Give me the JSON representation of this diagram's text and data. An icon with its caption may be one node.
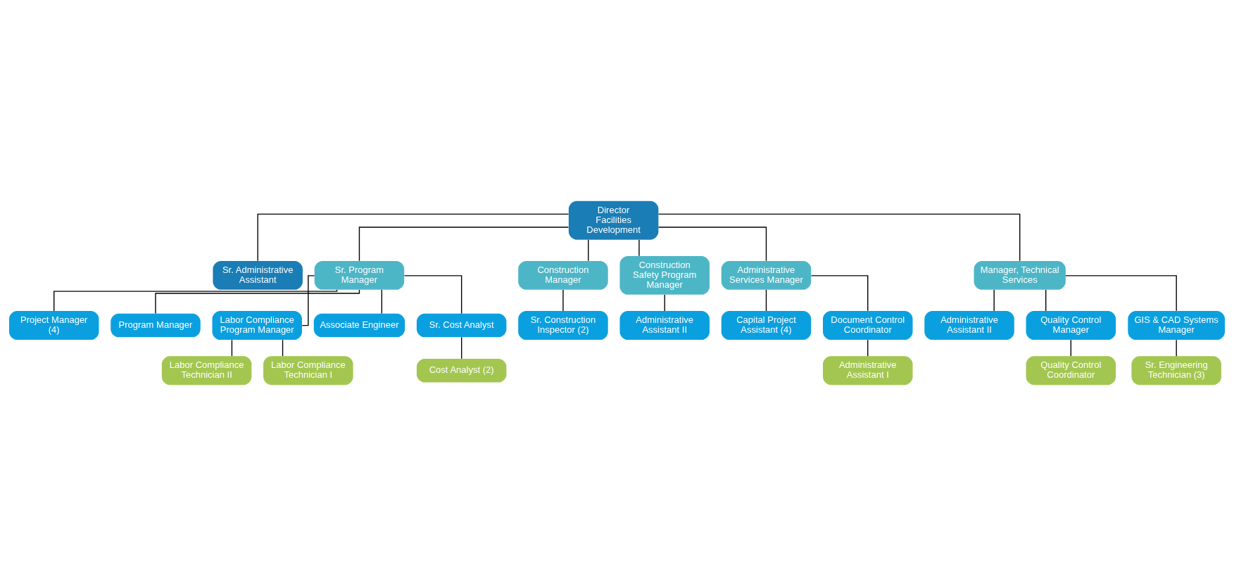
{
  "diagram": {
    "nodes": [
      {
        "text": [
          "Director Facilities Development"
        ]
      },
      {
        "text": [
          "Sr. Administrative Assistant"
        ]
      },
      {
        "text": [
          "Sr. Program Manager"
        ]
      },
      {
        "text": [
          "Construction Manager"
        ]
      },
      {
        "text": [
          "Construction Safety Program Manager"
        ]
      },
      {
        "text": [
          "Administrative Services Manager"
        ]
      },
      {
        "text": [
          "Manager, Technical Services"
        ]
      },
      {
        "text": [
          "Project Manager (4)"
        ]
      },
      {
        "text": [
          "Program Manager"
        ]
      },
      {
        "text": [
          "Labor Compliance Program Manager"
        ]
      },
      {
        "text": [
          "Associate Engineer"
        ]
      },
      {
        "text": [
          "Sr. Cost Analyst"
        ]
      },
      {
        "text": [
          "Labor Compliance Technician II"
        ]
      },
      {
        "text": [
          "Labor Compliance Technician I"
        ]
      },
      {
        "text": [
          "Cost Analyst (2)"
        ]
      },
      {
        "text": [
          "Sr. Construction Inspector (2)"
        ]
      },
      {
        "text": [
          "Administrative Assistant II"
        ]
      },
      {
        "text": [
          "Capital Project Assistant (4)"
        ]
      },
      {
        "text": [
          "Document Control Coordinator"
        ]
      },
      {
        "text": [
          "Administrative Assistant I"
        ]
      },
      {
        "text": [
          "Administrative Assistant II"
        ]
      },
      {
        "text": [
          "Quality Control Manager"
        ]
      },
      {
        "text": [
          "Quality Control Coordinator"
        ]
      },
      {
        "text": [
          "GIS & CAD Systems Manager"
        ]
      },
      {
        "text": [
          "Sr. Engineering Technician (3)"
        ]
      }
    ],
    "edges": [
      {
        "from": 0,
        "to": 1,
        "arrow": "none"
      },
      {
        "from": 0,
        "to": 2,
        "arrow": "none"
      },
      {
        "from": 0,
        "to": 3,
        "arrow": "none"
      },
      {
        "from": 0,
        "to": 4,
        "arrow": "none"
      },
      {
        "from": 0,
        "to": 5,
        "arrow": "none"
      },
      {
        "from": 0,
        "to": 6,
        "arrow": "none"
      },
      {
        "from": 2,
        "to": 7,
        "arrow": "none"
      },
      {
        "from": 2,
        "to": 8,
        "arrow": "none"
      },
      {
        "from": 2,
        "to": 9,
        "arrow": "none"
      },
      {
        "from": 2,
        "to": 10,
        "arrow": "none"
      },
      {
        "from": 2,
        "to": 11,
        "arrow": "none"
      },
      {
        "from": 9,
        "to": 12,
        "arrow": "none"
      },
      {
        "from": 9,
        "to": 13,
        "arrow": "none"
      },
      {
        "from": 11,
        "to": 14,
        "arrow": "none"
      },
      {
        "from": 3,
        "to": 15,
        "arrow": "none"
      },
      {
        "from": 4,
        "to": 16,
        "arrow": "none"
      },
      {
        "from": 5,
        "to": 17,
        "arrow": "none"
      },
      {
        "from": 5,
        "to": 18,
        "arrow": "none"
      },
      {
        "from": 18,
        "to": 19,
        "arrow": "none"
      },
      {
        "from": 6,
        "to": 20,
        "arrow": "none"
      },
      {
        "from": 6,
        "to": 21,
        "arrow": "none"
      },
      {
        "from": 6,
        "to": 23,
        "arrow": "none"
      },
      {
        "from": 21,
        "to": 22,
        "arrow": "none"
      },
      {
        "from": 23,
        "to": 24,
        "arrow": "none"
      }
    ]
  }
}
